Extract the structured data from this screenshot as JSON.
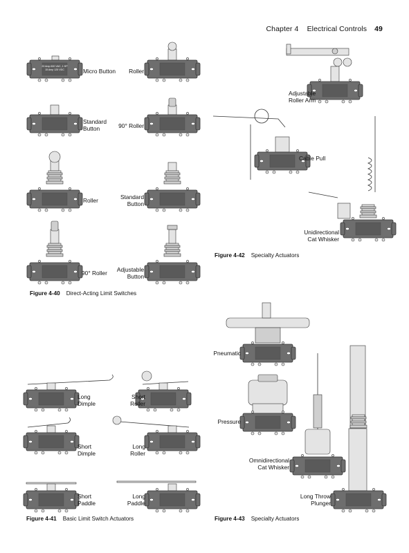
{
  "header": {
    "chapter": "Chapter 4",
    "section": "Electrical Controls",
    "page_number": "49"
  },
  "switch_marking": {
    "line1": "20 Amp 600 VAC, 1 HP",
    "line2": "15 Amp 125 VDC"
  },
  "fig40": {
    "labels": {
      "micro_button": "Micro Button",
      "roller_top": "Roller",
      "standard_button": "Standard\nButton",
      "roller_90": "90° Roller",
      "roller": "Roller",
      "standard_button_2": "Standard\nButton",
      "roller_90_2": "90° Roller",
      "adjustable_button": "Adjustable\nButton"
    },
    "caption_num": "Figure 4-40",
    "caption_text": "Direct-Acting Limit Switches"
  },
  "fig41": {
    "labels": {
      "long_dimple": "Long\nDimple",
      "short_roller": "Short\nRoller",
      "short_dimple": "Short\nDimple",
      "long_roller": "Long\nRoller",
      "short_paddle": "Short\nPaddle",
      "long_paddle": "Long\nPaddle"
    },
    "caption_num": "Figure 4-41",
    "caption_text": "Basic Limit Switch Actuators"
  },
  "fig42": {
    "labels": {
      "adjustable_roller_arm": "Adjustable\nRoller Arm",
      "cable_pull": "Cable Pull",
      "cat_whisker": "Unidirectional\nCat Whisker"
    },
    "caption_num": "Figure 4-42",
    "caption_text": "Specialty Actuators"
  },
  "fig43": {
    "labels": {
      "pneumatic": "Pneumatic",
      "pressure": "Pressure",
      "omni_cat_whisker": "Omnidirectional\nCat Whisker",
      "long_throw_plunger": "Long Throw\nPlunger"
    },
    "caption_num": "Figure 4-43",
    "caption_text": "Specialty Actuators"
  }
}
